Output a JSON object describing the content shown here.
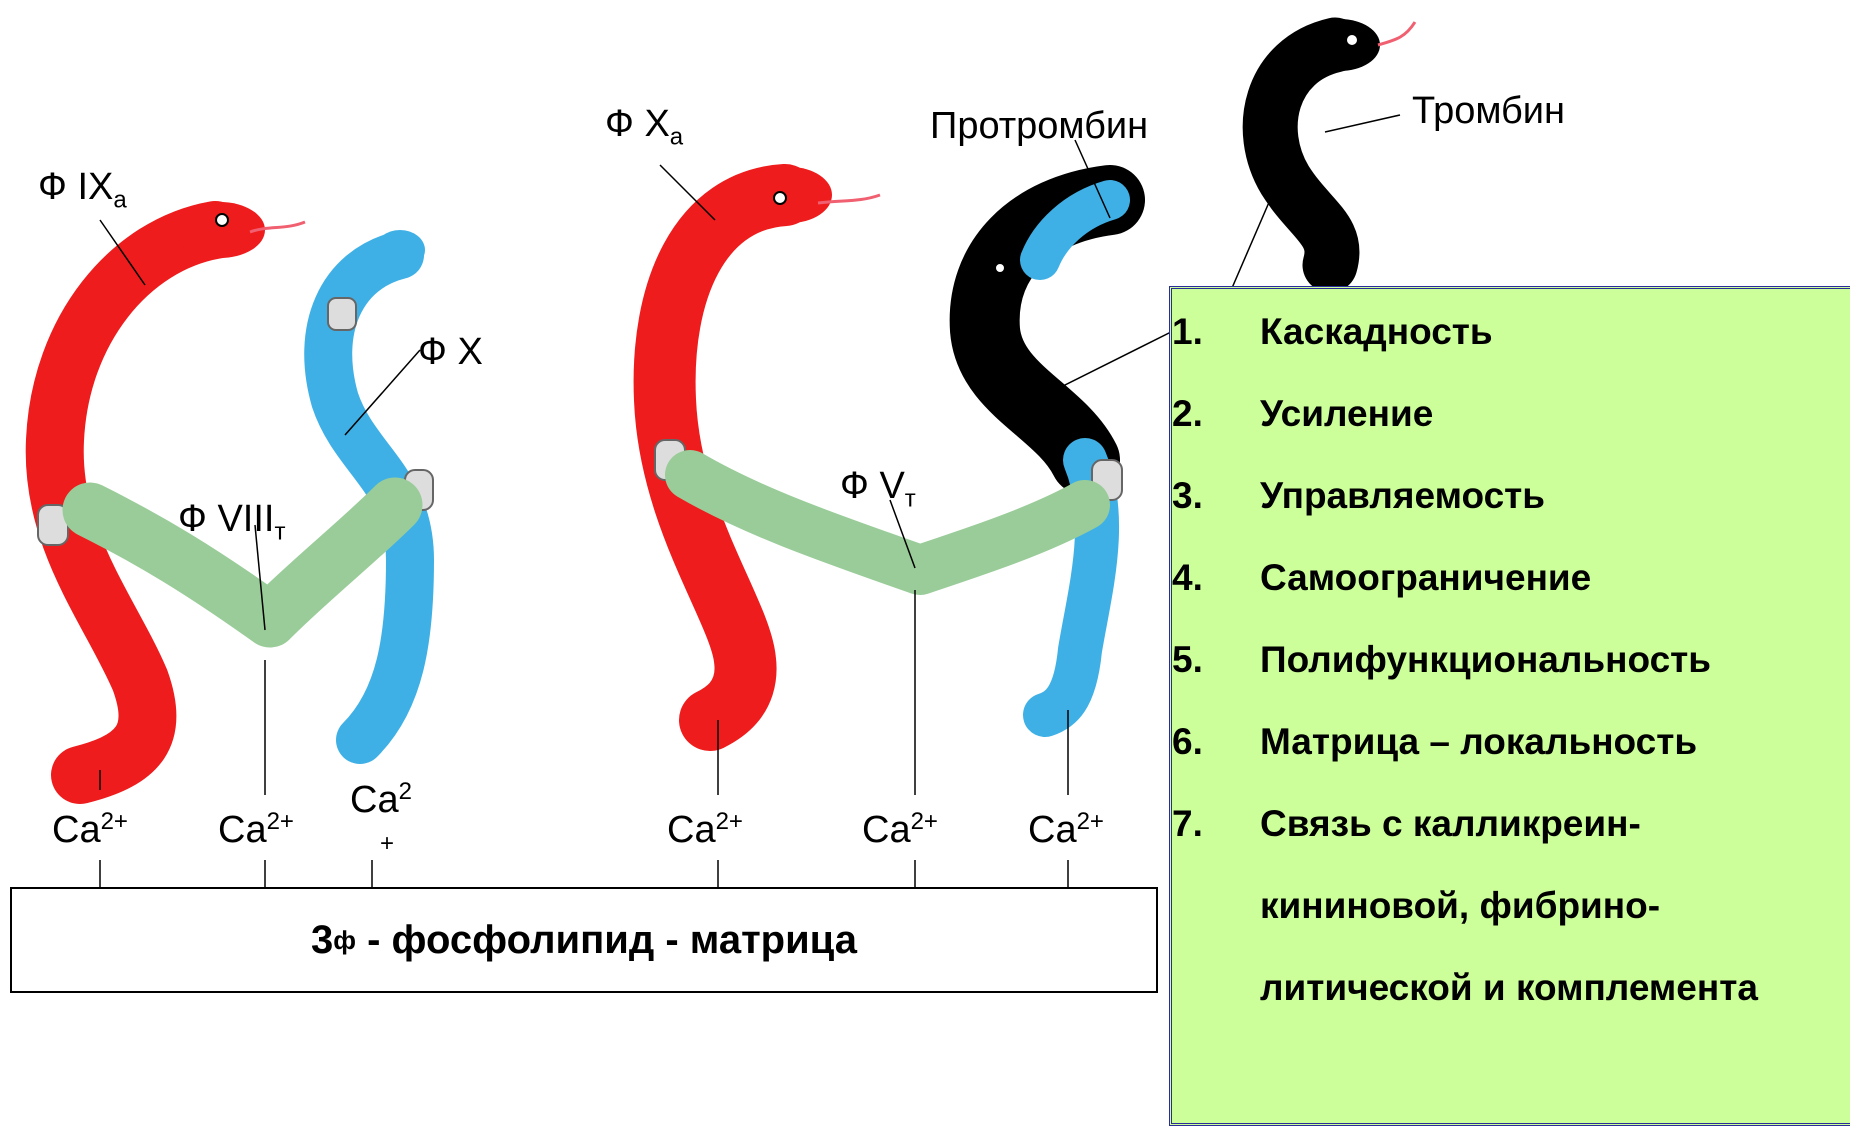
{
  "labels": {
    "f9a": {
      "base": "Ф IX",
      "sub": "а"
    },
    "f10": {
      "base": "Ф X"
    },
    "f8t": {
      "base": "Ф VIII",
      "sub": "т"
    },
    "f10a": {
      "base": "Ф X",
      "sub": "а"
    },
    "prothrombin": "Протромбин",
    "thrombin": "Тромбин",
    "f5t": {
      "base": "Ф V",
      "sub": "т"
    }
  },
  "calcium_labels": [
    {
      "base": "Ca",
      "sup": "2+"
    },
    {
      "base": "Ca",
      "sup": "2+"
    },
    {
      "base": "Ca",
      "sup": "2",
      "wrap": "+"
    },
    {
      "base": "Ca",
      "sup": "2+"
    },
    {
      "base": "Ca",
      "sup": "2+"
    },
    {
      "base": "Ca",
      "sup": "2+"
    }
  ],
  "matrix": {
    "prefix": "3",
    "prefix_sub": "ф",
    "text": " - фосфолипид - матрица"
  },
  "properties": [
    {
      "num": "1.",
      "text": "Каскадность"
    },
    {
      "num": "2.",
      "text": "Усиление"
    },
    {
      "num": "3.",
      "text": "Управляемость"
    },
    {
      "num": "4.",
      "text": "Самоограничение"
    },
    {
      "num": "5.",
      "text": "Полифункциональность"
    },
    {
      "num": "6.",
      "text": "Матрица – локальность"
    },
    {
      "num": "7.",
      "text": "Связь с калликреин-"
    },
    {
      "num": "",
      "text": "кининовой, фибрино-"
    },
    {
      "num": "",
      "text": "литической и комплемента"
    }
  ],
  "colors": {
    "active_factor": "#ee1c1c",
    "inactive_factor": "#3fb0e6",
    "cofactor": "#99cc99",
    "thrombin": "#000000",
    "panel_bg": "#ccff99",
    "panel_border": "#2b2b9a",
    "tongue": "#f06070"
  }
}
